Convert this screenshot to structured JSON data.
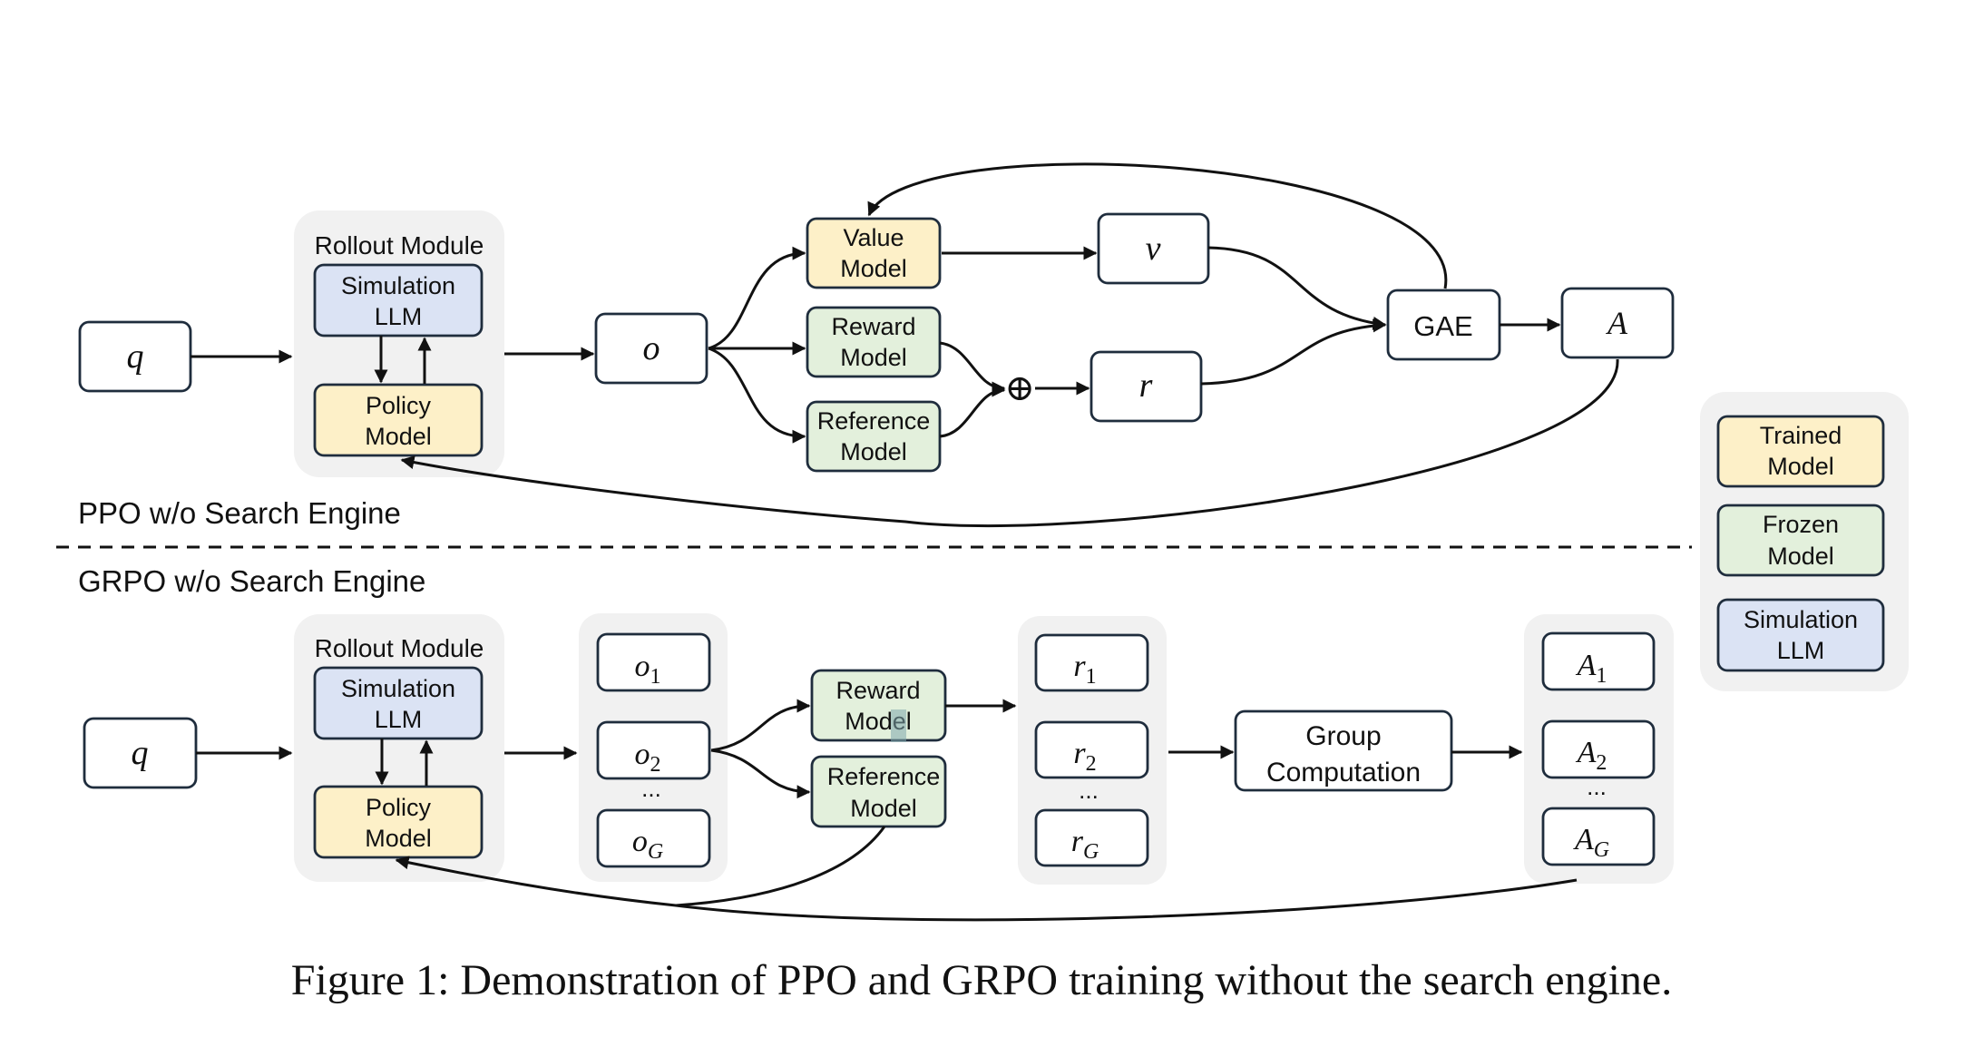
{
  "ppo": {
    "section_label": "PPO w/o Search Engine",
    "q": "q",
    "rollout": {
      "title": "Rollout Module",
      "sim_line1": "Simulation",
      "sim_line2": "LLM",
      "policy_line1": "Policy",
      "policy_line2": "Model"
    },
    "o": "o",
    "value": {
      "line1": "Value",
      "line2": "Model"
    },
    "reward": {
      "line1": "Reward",
      "line2": "Model"
    },
    "reference": {
      "line1": "Reference",
      "line2": "Model"
    },
    "v": "v",
    "r": "r",
    "plus": "⊕",
    "gae": "GAE",
    "a": "A"
  },
  "grpo": {
    "section_label": "GRPO w/o Search Engine",
    "q": "q",
    "rollout": {
      "title": "Rollout Module",
      "sim_line1": "Simulation",
      "sim_line2": "LLM",
      "policy_line1": "Policy",
      "policy_line2": "Model"
    },
    "o1": {
      "base": "o",
      "sub": "1"
    },
    "o2": {
      "base": "o",
      "sub": "2"
    },
    "oG": {
      "base": "o",
      "sub": "G"
    },
    "reward": {
      "line1": "Reward",
      "line2": "Model"
    },
    "reference": {
      "line1": "Reference",
      "line2": "Model"
    },
    "r1": {
      "base": "r",
      "sub": "1"
    },
    "r2": {
      "base": "r",
      "sub": "2"
    },
    "rG": {
      "base": "r",
      "sub": "G"
    },
    "group": {
      "line1": "Group",
      "line2": "Computation"
    },
    "A1": {
      "base": "A",
      "sub": "1"
    },
    "A2": {
      "base": "A",
      "sub": "2"
    },
    "AG": {
      "base": "A",
      "sub": "G"
    },
    "ellipsis": "..."
  },
  "legend": {
    "trained": {
      "line1": "Trained",
      "line2": "Model"
    },
    "frozen": {
      "line1": "Frozen",
      "line2": "Model"
    },
    "simulation": {
      "line1": "Simulation",
      "line2": "LLM"
    }
  },
  "caption": "Figure 1: Demonstration of PPO and GRPO training without the search engine.",
  "colors": {
    "trained": "#fdf0c8",
    "frozen": "#e3f0dc",
    "simulation": "#dbe3f4",
    "group_background": "#f1f1f1",
    "stroke": "#1f2d3d"
  }
}
